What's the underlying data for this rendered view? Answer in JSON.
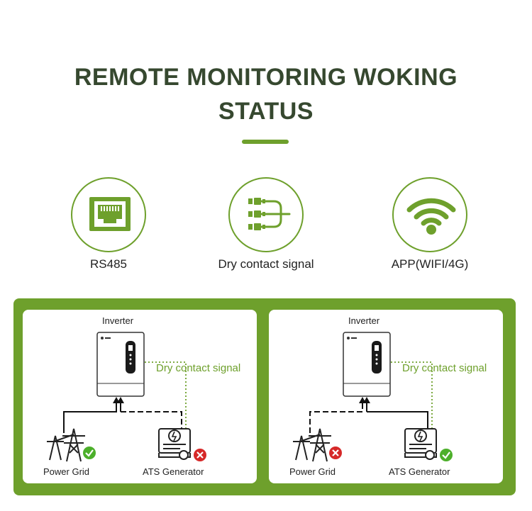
{
  "title": {
    "line1": "REMOTE MONITORING WOKING",
    "line2": "STATUS"
  },
  "features": [
    {
      "label": "RS485",
      "icon": "ethernet-port-icon"
    },
    {
      "label": "Dry contact signal",
      "icon": "connector-cables-icon"
    },
    {
      "label": "APP(WIFI/4G)",
      "icon": "wifi-icon"
    }
  ],
  "diagrams": [
    {
      "inverter_label": "Inverter",
      "signal_label": "Dry contact signal",
      "grid_label": "Power Grid",
      "generator_label": "ATS Generator",
      "grid_status": "ok",
      "generator_status": "off"
    },
    {
      "inverter_label": "Inverter",
      "signal_label": "Dry contact signal",
      "grid_label": "Power Grid",
      "generator_label": "ATS Generator",
      "grid_status": "off",
      "generator_status": "ok"
    }
  ],
  "colors": {
    "accent": "#6ea02c",
    "title": "#36482f",
    "ok": "#4caf2a",
    "error": "#d62828"
  }
}
